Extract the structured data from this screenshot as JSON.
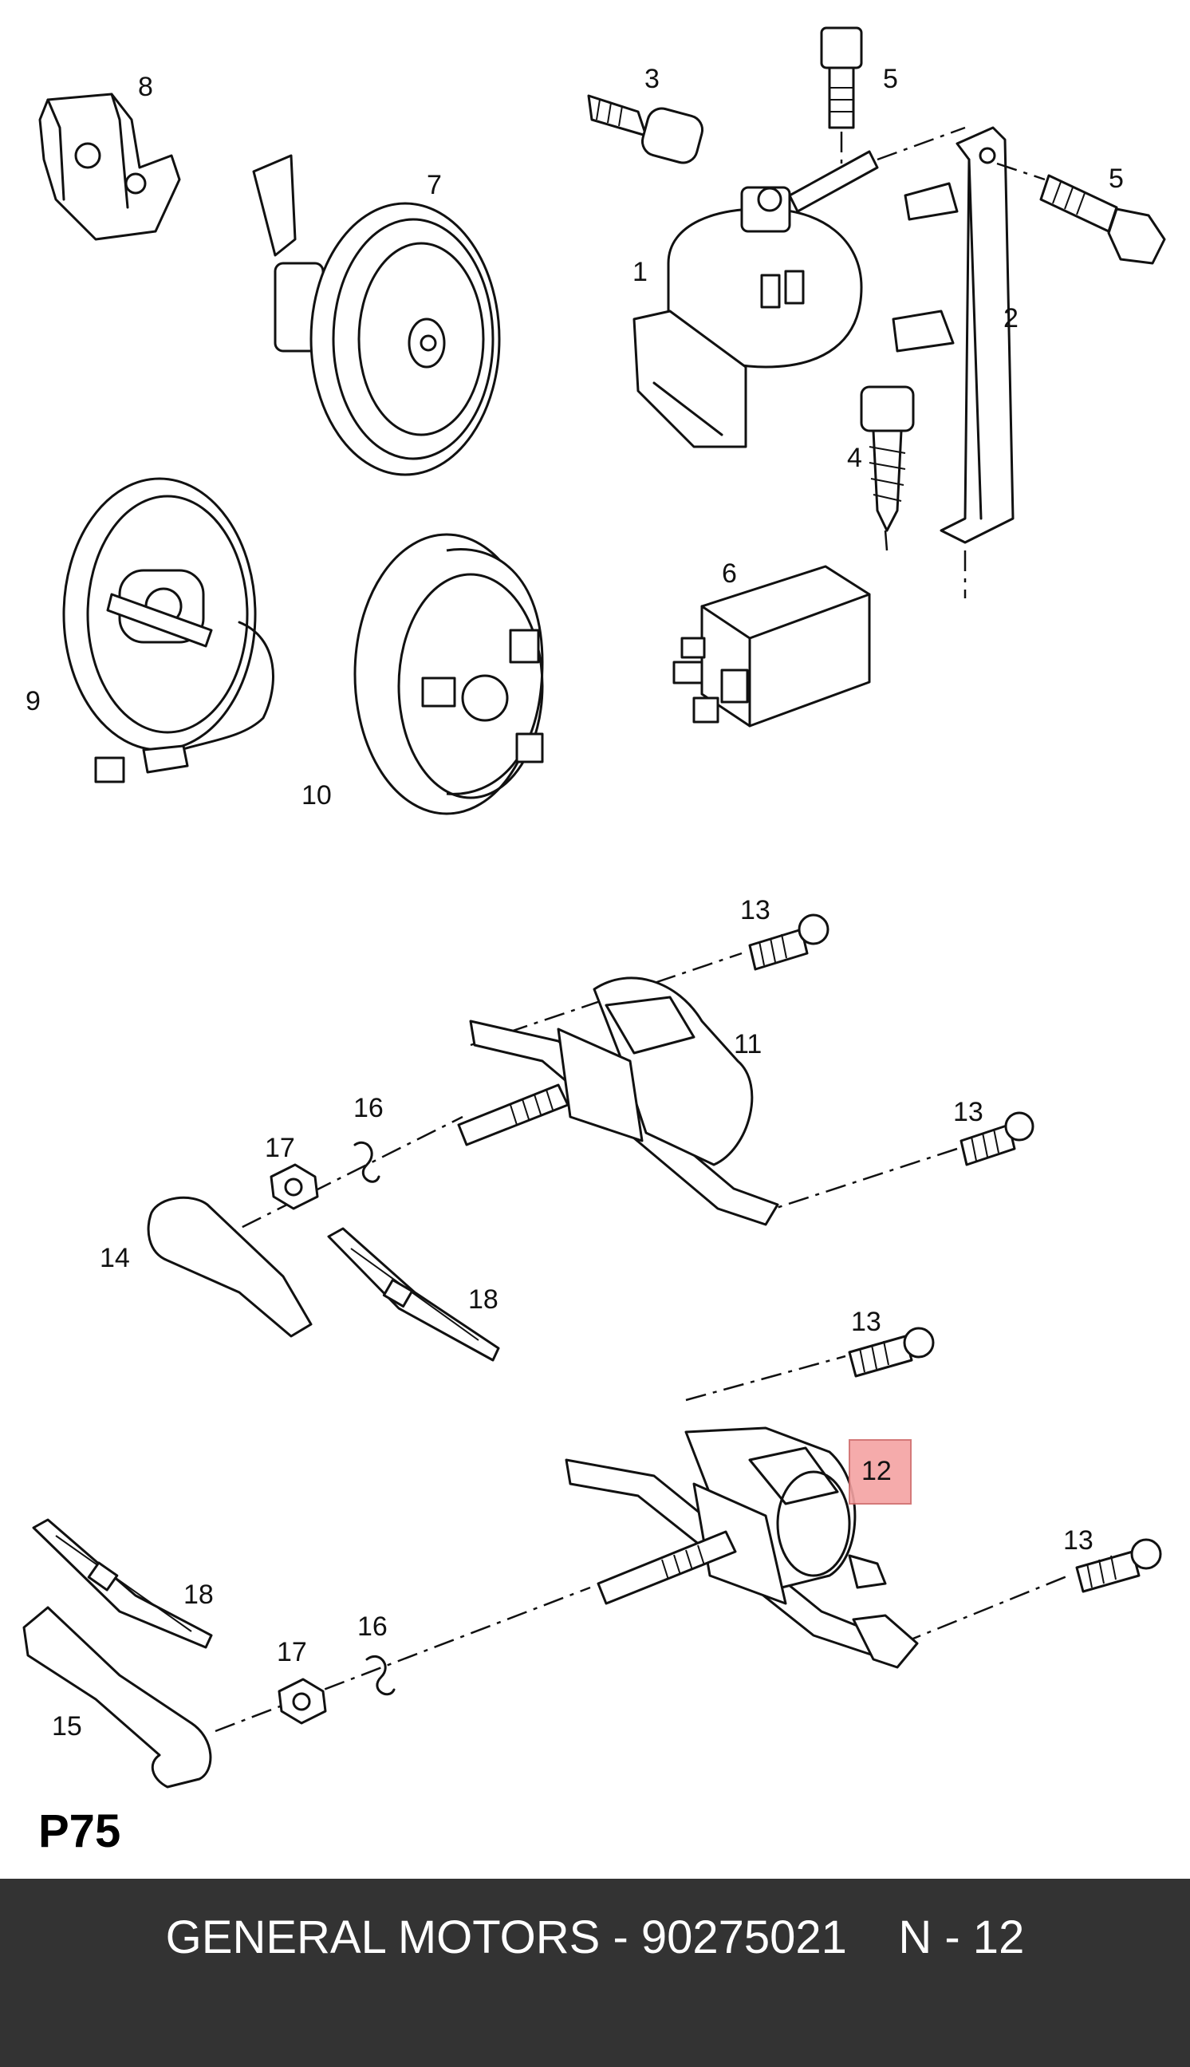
{
  "callouts": {
    "c1": "1",
    "c2": "2",
    "c3": "3",
    "c4": "4",
    "c5a": "5",
    "c5b": "5",
    "c6": "6",
    "c7": "7",
    "c8": "8",
    "c9": "9",
    "c10": "10",
    "c11": "11",
    "c12": "12",
    "c13a": "13",
    "c13b": "13",
    "c13c": "13",
    "c13d": "13",
    "c14": "14",
    "c15": "15",
    "c16a": "16",
    "c16b": "16",
    "c17a": "17",
    "c17b": "17",
    "c18a": "18",
    "c18b": "18"
  },
  "highlight": {
    "part": "12",
    "color": "#f4a3a3"
  },
  "page_label": "P75",
  "footer": {
    "brand": "GENERAL MOTORS",
    "part_number": "90275021",
    "ref": "N - 12",
    "text": "GENERAL MOTORS - 90275021    N - 12"
  },
  "colors": {
    "footer_bg": "#333333",
    "footer_text": "#ffffff",
    "line": "#111111"
  }
}
